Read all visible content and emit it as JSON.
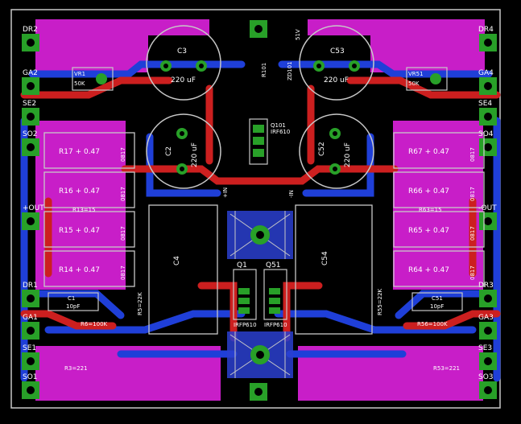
{
  "colors": {
    "background": "#000000",
    "board_outline": "#c8c8c8",
    "top_copper": "#cc1f1f",
    "bottom_copper": "#1f3fd8",
    "pour": "#c81ec8",
    "pad": "#28a028",
    "component_outline": "#c8c8c8",
    "silkscreen_text": "#ffffff",
    "heatsink": "#2a3fd0"
  },
  "connectors_left": [
    {
      "label": "DR2"
    },
    {
      "label": "GA2"
    },
    {
      "label": "SE2"
    },
    {
      "label": "SO2"
    },
    {
      "label": "+OUT"
    },
    {
      "label": "DR1"
    },
    {
      "label": "GA1"
    },
    {
      "label": "SE1"
    },
    {
      "label": "SO1"
    }
  ],
  "connectors_right": [
    {
      "label": "DR4"
    },
    {
      "label": "GA4"
    },
    {
      "label": "SE4"
    },
    {
      "label": "SO4"
    },
    {
      "label": "-OUT"
    },
    {
      "label": "DR3"
    },
    {
      "label": "GA3"
    },
    {
      "label": "SE3"
    },
    {
      "label": "SO3"
    }
  ],
  "big_caps": [
    {
      "ref": "C3",
      "value": "220 uF"
    },
    {
      "ref": "C53",
      "value": "220 uF"
    },
    {
      "ref": "C2",
      "value": "220 uF"
    },
    {
      "ref": "C52",
      "value": "220 uF"
    }
  ],
  "film_caps": [
    {
      "ref": "C4"
    },
    {
      "ref": "C54"
    }
  ],
  "power_resistors_left": [
    {
      "ref": "R17",
      "value": "0.47",
      "pkg": "0817"
    },
    {
      "ref": "R16",
      "value": "0.47",
      "pkg": "0817"
    },
    {
      "ref": "R15",
      "value": "0.47",
      "pkg": "0817"
    },
    {
      "ref": "R14",
      "value": "0.47",
      "pkg": "0817"
    }
  ],
  "power_resistors_right": [
    {
      "ref": "R67",
      "value": "0.47",
      "pkg": "0817"
    },
    {
      "ref": "R66",
      "value": "0.47",
      "pkg": "0817"
    },
    {
      "ref": "R65",
      "value": "0.47",
      "pkg": "0817"
    },
    {
      "ref": "R64",
      "value": "0.47",
      "pkg": "0817"
    }
  ],
  "pots": [
    {
      "ref": "VR1",
      "value": "50K"
    },
    {
      "ref": "VR51",
      "value": "50K"
    }
  ],
  "small_caps": [
    {
      "ref": "C1",
      "value": "10pF"
    },
    {
      "ref": "C51",
      "value": "10pF"
    }
  ],
  "transistors": [
    {
      "ref": "Q1",
      "part": "IRFP610"
    },
    {
      "ref": "Q51",
      "part": "IRFP610"
    },
    {
      "ref": "Q101",
      "part": "IRF610"
    }
  ],
  "small_labels": [
    "R13=15",
    "R63=15",
    "R6=100K",
    "R56=100K",
    "R3=221",
    "R53=221",
    "R5=22K",
    "R55=22K",
    "+IN",
    "-IN",
    "51V",
    "ZD101",
    "R101"
  ]
}
